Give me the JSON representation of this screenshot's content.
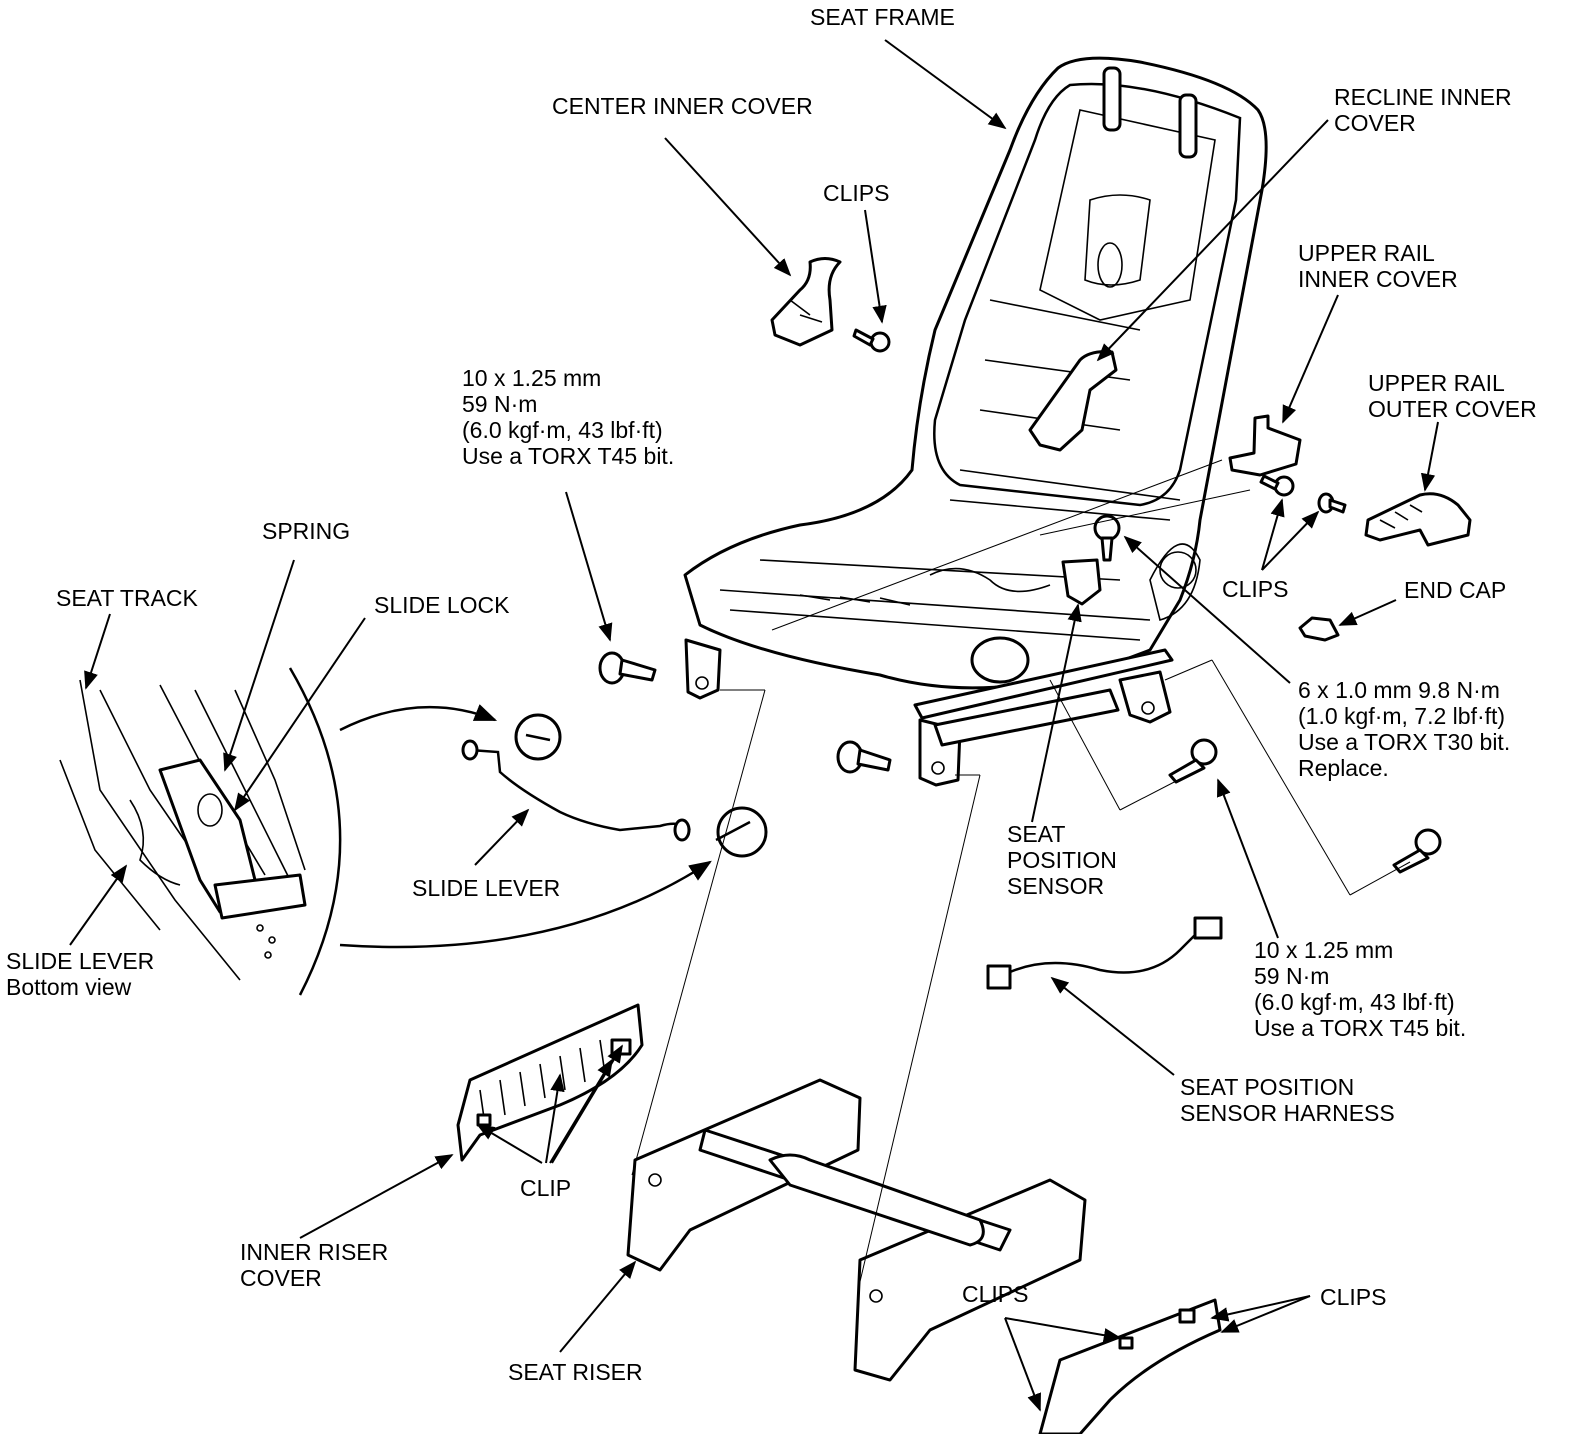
{
  "labels": {
    "seat_frame": "SEAT FRAME",
    "center_inner_cover": "CENTER INNER COVER",
    "clips_top": "CLIPS",
    "recline_inner_cover": [
      "RECLINE INNER",
      "COVER"
    ],
    "upper_rail_inner_cover": [
      "UPPER RAIL",
      "INNER COVER"
    ],
    "upper_rail_outer_cover": [
      "UPPER RAIL",
      "OUTER COVER"
    ],
    "clips_right": "CLIPS",
    "end_cap": "END CAP",
    "bolt_spec_small": [
      "6 x 1.0 mm 9.8 N·m",
      "(1.0 kgf·m, 7.2 lbf·ft)",
      "Use a TORX T30 bit.",
      "Replace."
    ],
    "bolt_spec_left": [
      "10 x 1.25 mm",
      "59 N·m",
      "(6.0 kgf·m, 43 lbf·ft)",
      "Use a TORX T45 bit."
    ],
    "bolt_spec_right": [
      "10 x 1.25 mm",
      "59 N·m",
      "(6.0 kgf·m, 43 lbf·ft)",
      "Use a TORX T45 bit."
    ],
    "spring": "SPRING",
    "seat_track": "SEAT TRACK",
    "slide_lock": "SLIDE LOCK",
    "slide_lever": "SLIDE LEVER",
    "slide_lever_bottom": [
      "SLIDE LEVER",
      "Bottom view"
    ],
    "seat_position_sensor": [
      "SEAT",
      "POSITION",
      "SENSOR"
    ],
    "seat_position_sensor_harness": [
      "SEAT POSITION",
      "SENSOR HARNESS"
    ],
    "clip": "CLIP",
    "inner_riser_cover": [
      "INNER RISER",
      "COVER"
    ],
    "seat_riser": "SEAT RISER",
    "clips_bottom_middle": "CLIPS",
    "clips_bottom_right": "CLIPS"
  }
}
